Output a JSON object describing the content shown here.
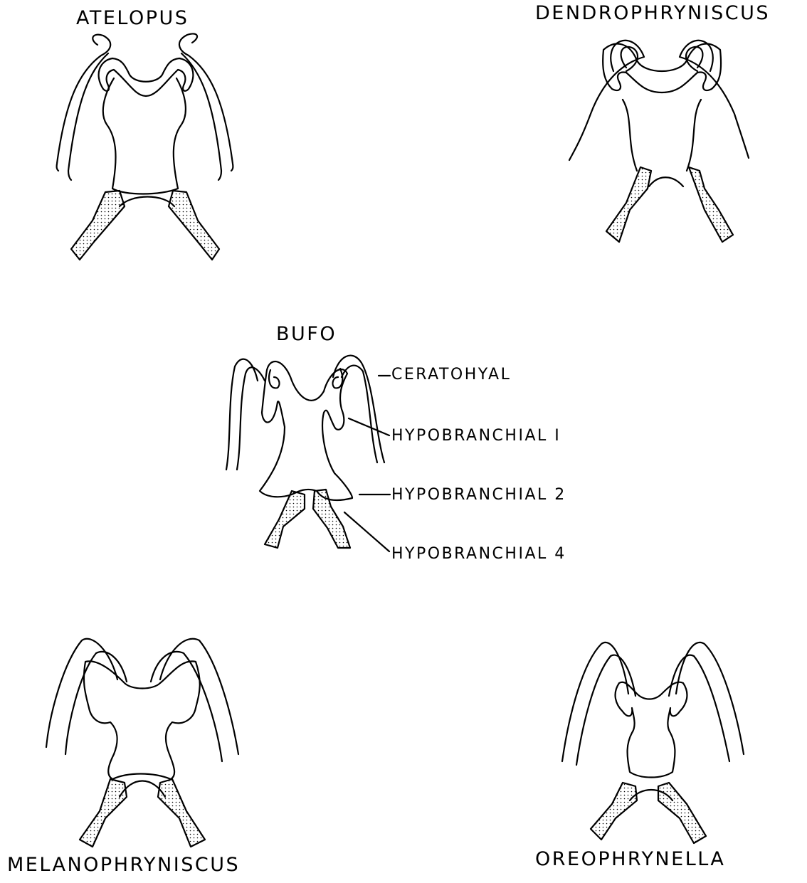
{
  "taxa": {
    "atelopus": "ATELOPUS",
    "dendrophryniscus": "DENDROPHRYNISCUS",
    "bufo": "BUFO",
    "melanophryniscus": "MELANOPHRYNISCUS",
    "oreophrynella": "OREOPHRYNELLA"
  },
  "parts": {
    "ceratohyal": "CERATOHYAL",
    "hypobranchial_1": "HYPOBRANCHIAL I",
    "hypobranchial_2": "HYPOBRANCHIAL 2",
    "hypobranchial_4": "HYPOBRANCHIAL 4"
  },
  "colors": {
    "ink": "#000000",
    "background": "#ffffff"
  }
}
